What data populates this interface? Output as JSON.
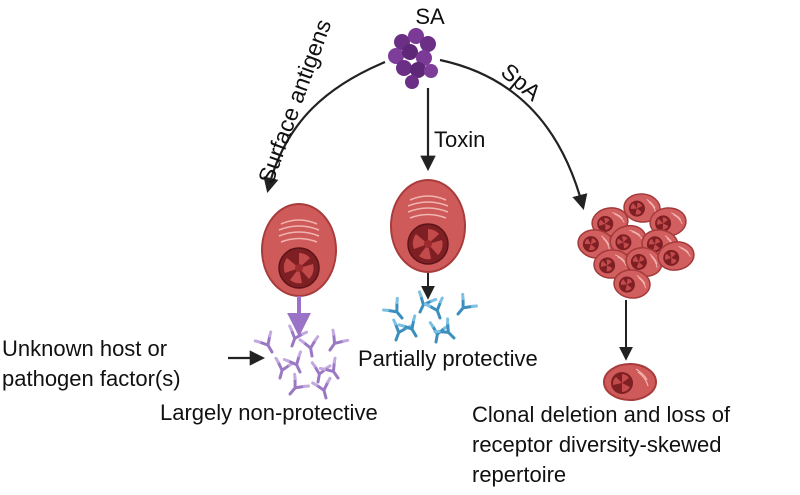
{
  "diagram": {
    "source_label": "SA",
    "branches": [
      {
        "id": "surface",
        "label": "Surface antigens",
        "outcome": "Largely non-protective"
      },
      {
        "id": "toxin",
        "label": "Toxin",
        "outcome": "Partially protective"
      },
      {
        "id": "spa",
        "label": "SpA",
        "outcome_lines": [
          "Clonal deletion and loss of",
          "receptor diversity-skewed",
          "repertoire"
        ]
      }
    ],
    "modifier_lines": [
      "Unknown host or",
      "pathogen factor(s)"
    ]
  },
  "colors": {
    "bacteria": "#6b2f86",
    "cell_fill": "#cf5a5a",
    "cell_edge": "#a83b3b",
    "nucleus": "#7e1f24",
    "antibody_purple": "#9b78c4",
    "antibody_blue": "#3a8fbf",
    "arrow": "#222222",
    "purple_arrow": "#9a73c9"
  }
}
